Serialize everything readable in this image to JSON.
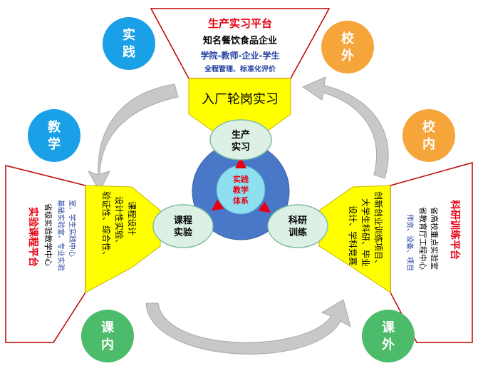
{
  "colors": {
    "panel_border": "#c00000",
    "platform_title": "#e60012",
    "enterprise_text": "#000000",
    "blue_text": "#1f3fa0",
    "yellow": "#ffff00",
    "center_blue": "#4a78c8",
    "center_inner": "#8ee0f0",
    "node_fill": "#ddf0e6",
    "node_stroke": "#7fbfa0",
    "circle_blue": "#1aa0e6",
    "circle_orange": "#f6a53a",
    "circle_green": "#4cbb6a",
    "arrow_gray": "#c8c8c8",
    "center_text": "#e60012"
  },
  "top_panel": {
    "title": "生产实习平台",
    "enterprise": "知名餐饮食品企业",
    "line3": "学院-教师-企业-学生",
    "line4": "全程管理、标准化评价"
  },
  "top_box": {
    "label": "入厂轮岗实习"
  },
  "center": {
    "label_line1": "实践",
    "label_line2": "教学",
    "label_line3": "体系"
  },
  "nodes": {
    "top": {
      "line1": "生产",
      "line2": "实习"
    },
    "left": {
      "line1": "课程",
      "line2": "实验"
    },
    "right": {
      "line1": "科研",
      "line2": "训练"
    }
  },
  "left_panel": {
    "title": "实验课程平台",
    "line1": "省级实验教学中心",
    "line2": "基础实验室、专业实验",
    "line3": "室、学生实践中心"
  },
  "left_yellow": {
    "line1": "验证性、综合性、",
    "line2": "设计性实验、",
    "line3": "课程设计"
  },
  "right_panel": {
    "title": "科研训练平台",
    "line1": "省高校重点实验室",
    "line2": "省教育厅工程中心",
    "line3": "师资、设备、项目"
  },
  "right_yellow": {
    "line1": "创新创业训练项目、",
    "line2": "大学生科研、毕业",
    "line3": "设计、学科竞赛"
  },
  "circles": {
    "top_left": {
      "c1": "实",
      "c2": "践"
    },
    "top_right": {
      "c1": "校",
      "c2": "外"
    },
    "mid_left": {
      "c1": "教",
      "c2": "学"
    },
    "mid_right": {
      "c1": "校",
      "c2": "内"
    },
    "bottom_left": {
      "c1": "课",
      "c2": "内"
    },
    "bottom_right": {
      "c1": "课",
      "c2": "外"
    }
  }
}
